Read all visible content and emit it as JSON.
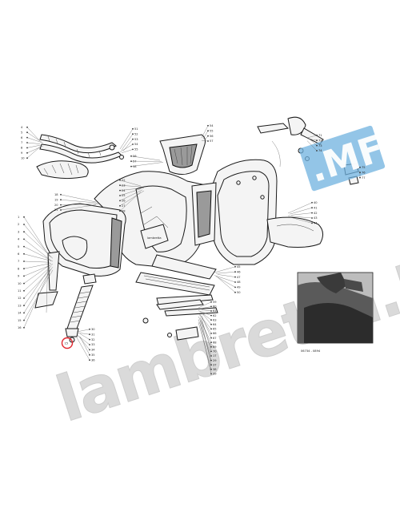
{
  "watermark": {
    "text": "lambretta.MF",
    "colors": {
      "letters": "#d4d4d4",
      "dot": "#cfe4f2",
      "mf": "#6fb1df"
    }
  },
  "inset": {
    "code": "06734 - 0894"
  },
  "highlight": {
    "color": "#e0262e",
    "callout": "15"
  },
  "callouts": {
    "top_left": [
      "4",
      "5",
      "6",
      "7",
      "8",
      "9",
      "10"
    ],
    "top_left_right": [
      "51",
      "52",
      "53",
      "54",
      "55"
    ],
    "top_mid": [
      "56",
      "57",
      "58"
    ],
    "top_mid_right": [
      "54",
      "55",
      "56",
      "57"
    ],
    "left_col": [
      "1",
      "2",
      "3",
      "4",
      "5",
      "6",
      "7",
      "8",
      "9",
      "10",
      "11",
      "12",
      "13",
      "14",
      "15",
      "16"
    ],
    "body_left": [
      "18",
      "19",
      "20",
      "21"
    ],
    "mid_body": [
      "22",
      "23",
      "24",
      "25",
      "26",
      "27",
      "28"
    ],
    "right_col": [
      "40",
      "41",
      "42",
      "43",
      "44"
    ],
    "bottom_mid": [
      "30",
      "31",
      "32",
      "33",
      "34",
      "35",
      "36"
    ],
    "bottom_right": [
      "45",
      "46",
      "47",
      "48",
      "49",
      "50"
    ],
    "switch_top": [
      "71",
      "72",
      "73",
      "74"
    ],
    "switch_right": [
      "75",
      "76",
      "77"
    ],
    "misc": [
      "59",
      "60",
      "61",
      "62",
      "63",
      "64",
      "65",
      "66",
      "67",
      "68",
      "69",
      "70",
      "17",
      "29",
      "37",
      "38",
      "39"
    ]
  }
}
